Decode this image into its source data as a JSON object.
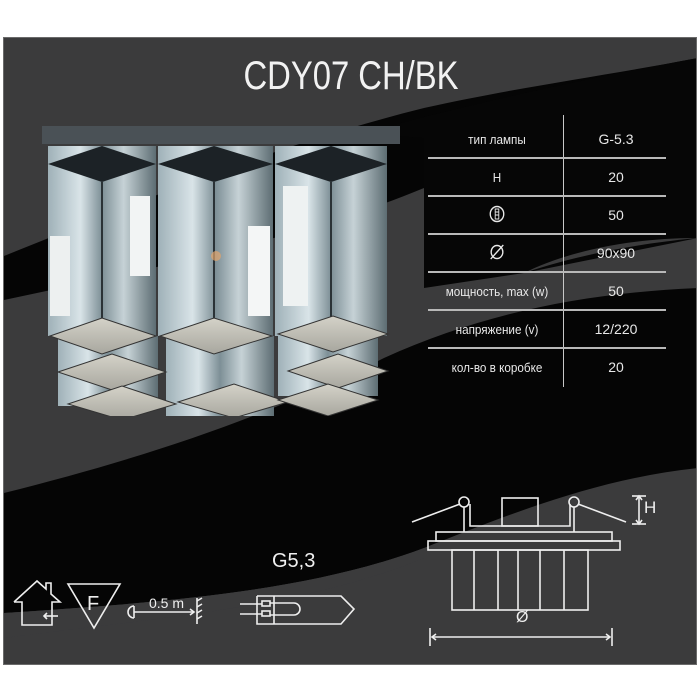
{
  "title": "CDY07 CH/BK",
  "colors": {
    "panel_bg": "#3b3b3c",
    "swoosh_black": "#050505",
    "text": "#f0f0f0",
    "rule": "#b8b8b8"
  },
  "specs": {
    "rows": [
      {
        "label": "тип лампы",
        "value": "G-5.3",
        "icon": null
      },
      {
        "label": "H",
        "value": "20",
        "icon": null
      },
      {
        "label": "",
        "value": "50",
        "icon": "lamp-depth-icon"
      },
      {
        "label": "",
        "value": "90x90",
        "icon": "diameter-icon"
      },
      {
        "label": "мощность, max (w)",
        "value": "50",
        "icon": null
      },
      {
        "label": "напряжение (v)",
        "value": "12/220",
        "icon": null
      },
      {
        "label": "кол-во в коробке",
        "value": "20",
        "icon": null
      }
    ]
  },
  "symbols": {
    "indoor_icon": "indoor-use-house-icon",
    "f_mark_icon": "f-mark-triangle-icon",
    "distance_label": "0.5 m",
    "socket_label": "G5,3"
  },
  "diagram": {
    "height_label": "H",
    "diameter_label": "Ø"
  }
}
